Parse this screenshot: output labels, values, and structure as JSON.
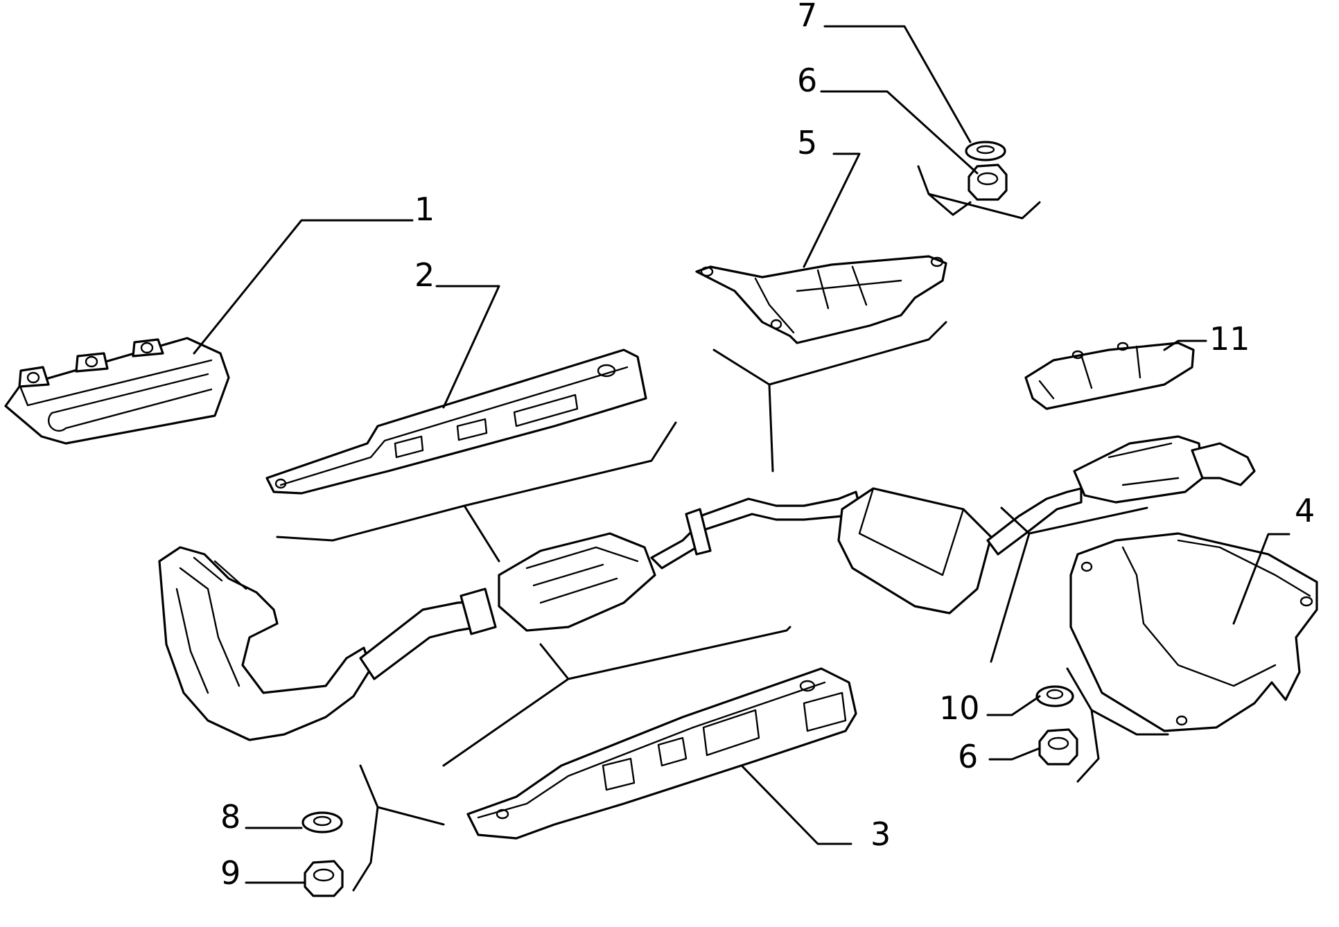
{
  "callouts": [
    {
      "id": "1",
      "label": "1"
    },
    {
      "id": "2",
      "label": "2"
    },
    {
      "id": "3",
      "label": "3"
    },
    {
      "id": "4",
      "label": "4"
    },
    {
      "id": "5",
      "label": "5"
    },
    {
      "id": "6a",
      "label": "6"
    },
    {
      "id": "6b",
      "label": "6"
    },
    {
      "id": "7",
      "label": "7"
    },
    {
      "id": "8",
      "label": "8"
    },
    {
      "id": "9",
      "label": "9"
    },
    {
      "id": "10",
      "label": "10"
    },
    {
      "id": "11",
      "label": "11"
    }
  ],
  "colors": {
    "ink": "#000000",
    "paper": "#ffffff"
  }
}
